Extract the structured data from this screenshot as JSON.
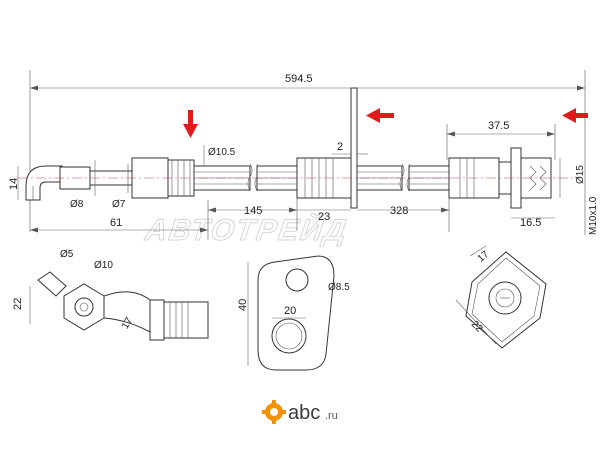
{
  "dimensions": {
    "overall_length": "594.5",
    "end_fitting_length": "37.5",
    "bracket_thickness": "2",
    "dia_10_5": "Ø10.5",
    "dia_7": "Ø7",
    "dia_8": "Ø8",
    "height_14": "14",
    "length_61": "61",
    "length_145": "145",
    "length_23": "23",
    "length_328": "328",
    "length_16_5": "16.5",
    "dia_15": "Ø15",
    "thread": "M10x1.0",
    "dia_5": "Ø5",
    "dia_10": "Ø10",
    "banjo_22": "22",
    "banjo_17": "17",
    "bracket_40": "40",
    "bracket_20": "20",
    "bracket_dia_8_5": "Ø8.5",
    "hex_17": "17",
    "hex_22": "22"
  },
  "watermark": "АВТОТРЕЙД",
  "logo": {
    "brand": "abc",
    "domain": ".ru"
  },
  "colors": {
    "arrow": "#e01b1b",
    "line": "#333333",
    "center_line": "#c04040",
    "logo_orange": "#f39200",
    "watermark": "#d6d6d6"
  },
  "icons": [
    "red-arrow-icon",
    "gear-icon"
  ]
}
